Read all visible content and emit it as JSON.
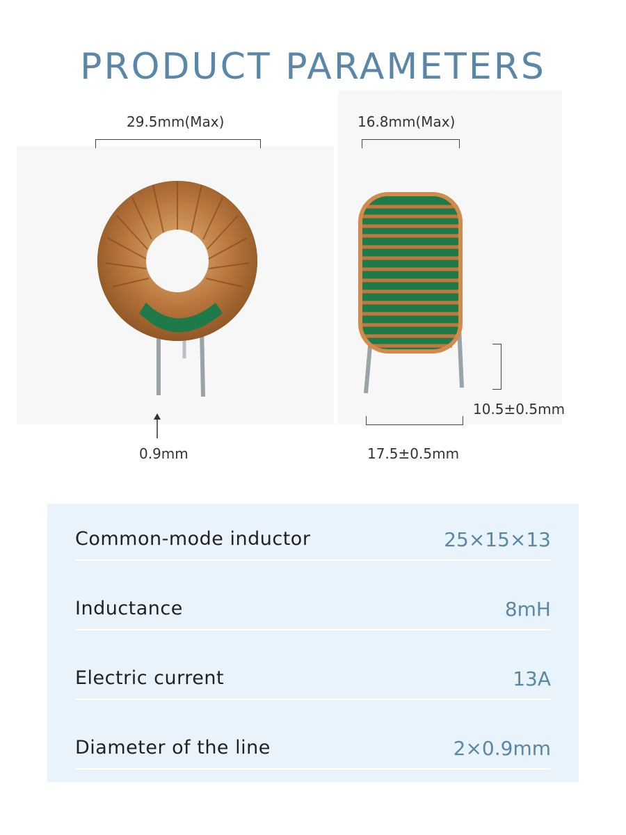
{
  "title": "PRODUCT PARAMETERS",
  "dimensions": {
    "front_width": "29.5mm(Max)",
    "side_width": "16.8mm(Max)",
    "pin_diameter": "0.9mm",
    "pin_length": "10.5±0.5mm",
    "pin_spacing": "17.5±0.5mm"
  },
  "specs": [
    {
      "label": "Common-mode inductor",
      "value": "25×15×13"
    },
    {
      "label": "Inductance",
      "value": "8mH"
    },
    {
      "label": "Electric current",
      "value": "13A"
    },
    {
      "label": "Diameter of the line",
      "value": "2×0.9mm"
    }
  ],
  "colors": {
    "accent": "#5a86a8",
    "panel": "#e9f3fc",
    "copper": "#c8773c",
    "core": "#1f7a4a"
  }
}
